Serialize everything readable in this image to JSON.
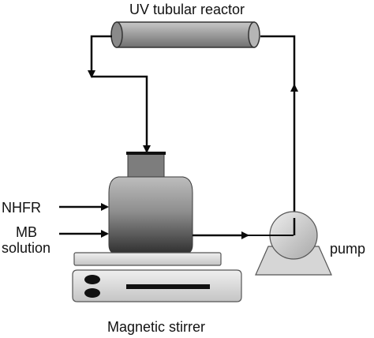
{
  "labels": {
    "reactor": "UV tubular reactor",
    "nhfr": "NHFR",
    "mb_line1": "MB",
    "mb_line2": "solution",
    "pump": "pump",
    "stirrer": "Magnetic stirrer"
  },
  "colors": {
    "line": "#0a0a0a",
    "reactor_fill": "#9a9a9a",
    "vessel_top": "#b4b4b4",
    "vessel_bottom": "#3a3a3a",
    "pump_fill": "#cfcfcf",
    "stirrer_fill": "#d8d8d8"
  }
}
